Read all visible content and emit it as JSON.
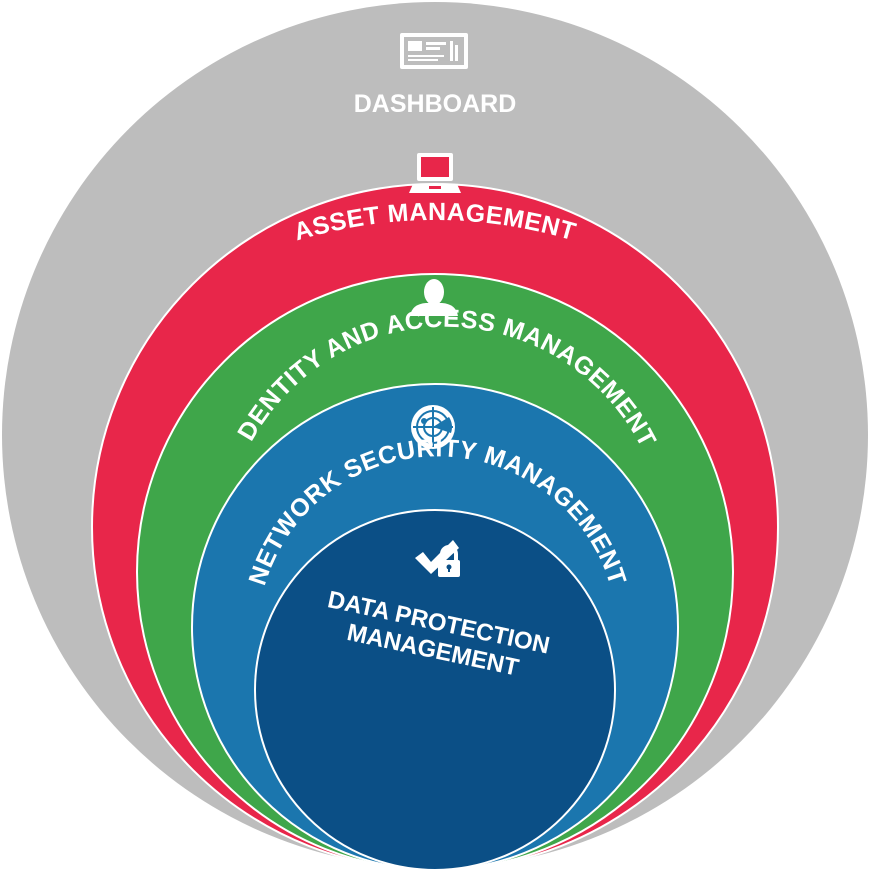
{
  "colors": {
    "dashboard": "#bdbdbd",
    "asset": "#e8264a",
    "identity": "#3fa64a",
    "network": "#1b76ae",
    "data": "#0b4f86",
    "separator": "#ffffff",
    "text": "#ffffff"
  },
  "layers": {
    "dashboard": {
      "label": "DASHBOARD",
      "icon": "dashboard-icon"
    },
    "asset": {
      "label": "ASSET MANAGEMENT",
      "icon": "laptop-icon"
    },
    "identity": {
      "label": "IDENTITY AND ACCESS MANAGEMENT",
      "icon": "user-icon"
    },
    "network": {
      "label": "NETWORK SECURITY MANAGEMENT",
      "icon": "radar-icon"
    },
    "data": {
      "label_line1": "DATA PROTECTION",
      "label_line2": "MANAGEMENT",
      "icon": "check-lock-icon"
    }
  }
}
